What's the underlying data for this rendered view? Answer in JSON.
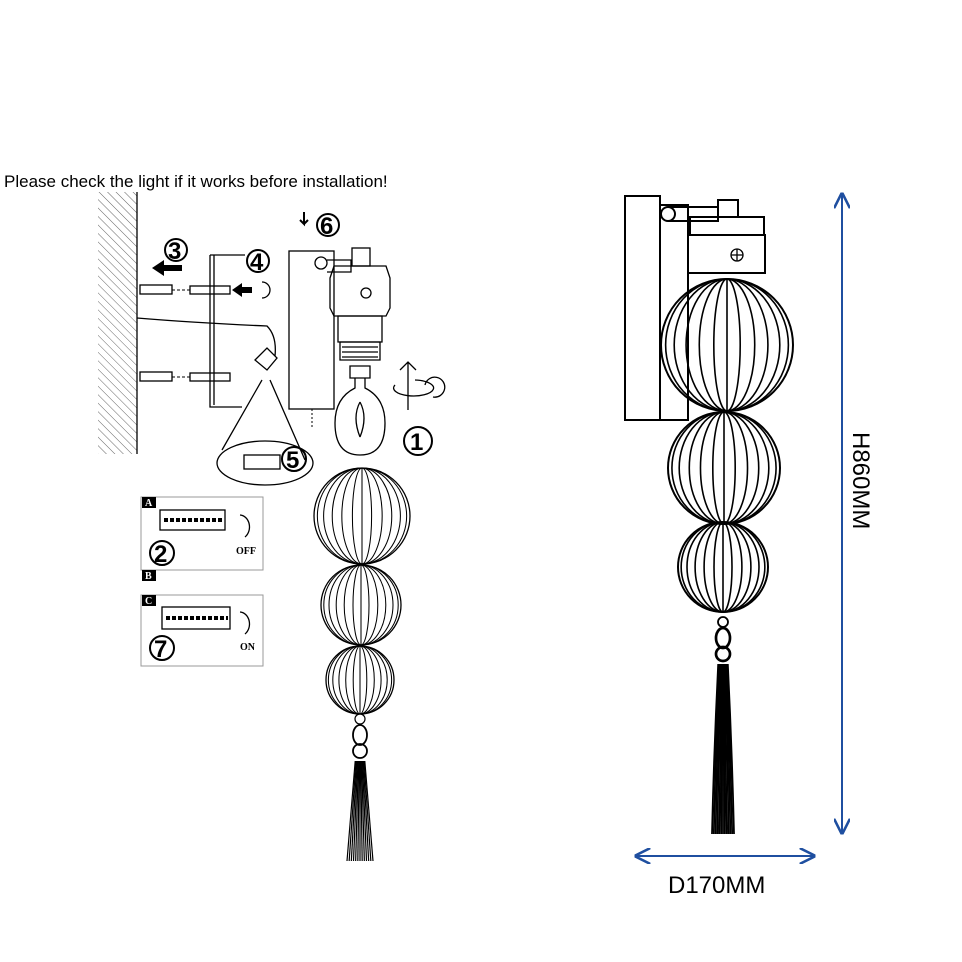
{
  "notice": "Please check the light if it works before installation!",
  "steps": [
    "1",
    "2",
    "3",
    "4",
    "5",
    "6",
    "7"
  ],
  "panels": {
    "a": {
      "tag": "A",
      "state": "OFF"
    },
    "b": {
      "tag": "B"
    },
    "c": {
      "tag": "C",
      "state": "ON"
    }
  },
  "dimensions": {
    "height": "H860MM",
    "diameter": "D170MM"
  },
  "colors": {
    "dimension_arrow": "#1f4fa0",
    "line": "#000000"
  }
}
